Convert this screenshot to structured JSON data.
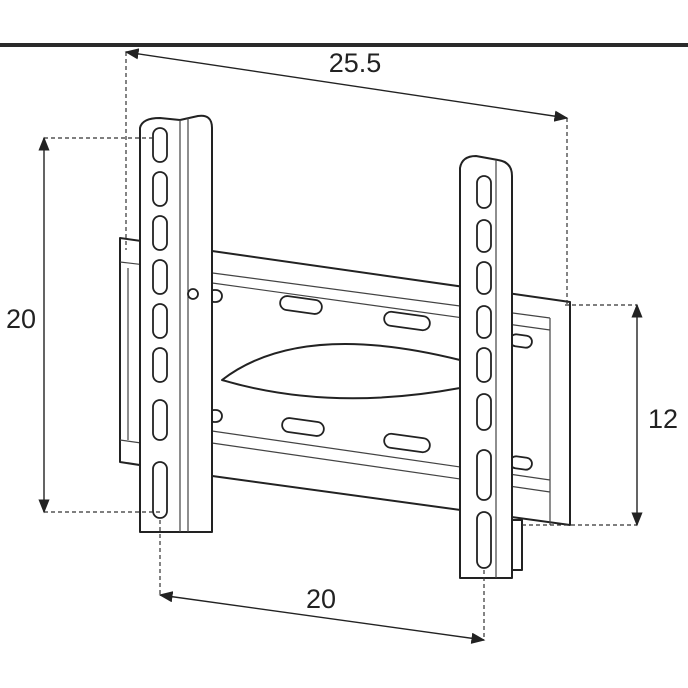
{
  "diagram": {
    "dimensions": {
      "overall_diagonal": "25.5",
      "left_height": "20",
      "right_height": "12",
      "bottom_width": "20"
    }
  }
}
